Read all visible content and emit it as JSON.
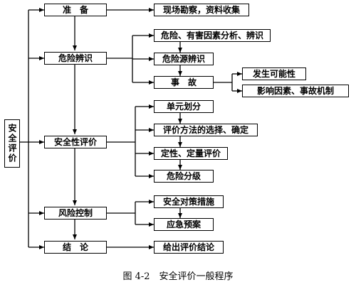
{
  "root": "安全评价",
  "stages": [
    {
      "label": "准　备"
    },
    {
      "label": "危险辨识"
    },
    {
      "label": "安全性评价"
    },
    {
      "label": "风险控制"
    },
    {
      "label": "结　论"
    }
  ],
  "steps": {
    "prepare": [
      "现场勘察，资料收集"
    ],
    "identify": [
      "危险、有害因素分析、辨识",
      "危险源辨识",
      "事　故"
    ],
    "accident": [
      "发生可能性",
      "影响因素、事故机制"
    ],
    "evaluate": [
      "单元划分",
      "评价方法的选择、确定",
      "定性、定量评价",
      "危险分级"
    ],
    "control": [
      "安全对策措施",
      "应急预案"
    ],
    "conclude": [
      "给出评价结论"
    ]
  },
  "caption": "图 4-2　安全评价一般程序"
}
